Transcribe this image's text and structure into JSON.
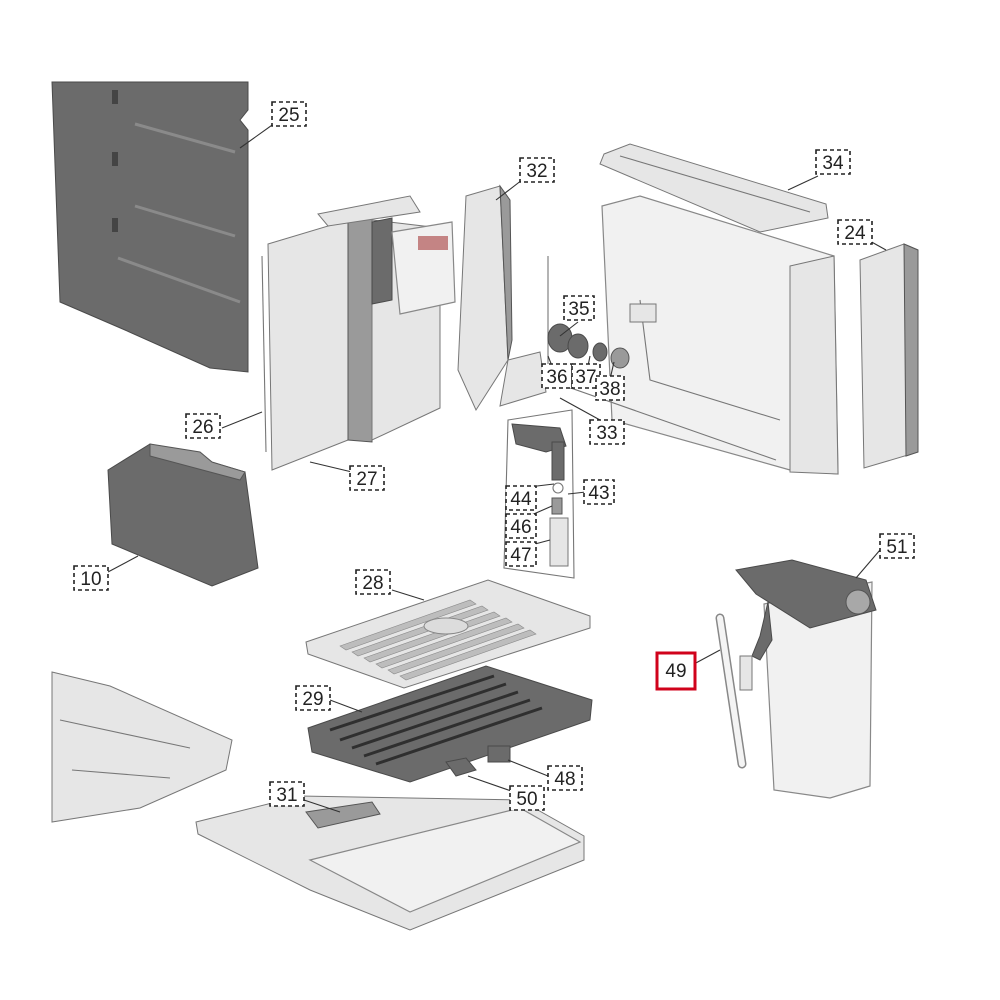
{
  "diagram": {
    "callouts": [
      {
        "id": "25",
        "label": "25",
        "highlighted": false
      },
      {
        "id": "32",
        "label": "32",
        "highlighted": false
      },
      {
        "id": "34",
        "label": "34",
        "highlighted": false
      },
      {
        "id": "24",
        "label": "24",
        "highlighted": false
      },
      {
        "id": "35",
        "label": "35",
        "highlighted": false
      },
      {
        "id": "36",
        "label": "36",
        "highlighted": false
      },
      {
        "id": "37",
        "label": "37",
        "highlighted": false
      },
      {
        "id": "38",
        "label": "38",
        "highlighted": false
      },
      {
        "id": "33",
        "label": "33",
        "highlighted": false
      },
      {
        "id": "26",
        "label": "26",
        "highlighted": false
      },
      {
        "id": "27",
        "label": "27",
        "highlighted": false
      },
      {
        "id": "44",
        "label": "44",
        "highlighted": false
      },
      {
        "id": "43",
        "label": "43",
        "highlighted": false
      },
      {
        "id": "46",
        "label": "46",
        "highlighted": false
      },
      {
        "id": "47",
        "label": "47",
        "highlighted": false
      },
      {
        "id": "10",
        "label": "10",
        "highlighted": false
      },
      {
        "id": "28",
        "label": "28",
        "highlighted": false
      },
      {
        "id": "51",
        "label": "51",
        "highlighted": false
      },
      {
        "id": "49",
        "label": "49",
        "highlighted": true
      },
      {
        "id": "29",
        "label": "29",
        "highlighted": false
      },
      {
        "id": "48",
        "label": "48",
        "highlighted": false
      },
      {
        "id": "50",
        "label": "50",
        "highlighted": false
      },
      {
        "id": "31",
        "label": "31",
        "highlighted": false
      }
    ],
    "highlight_color": "#d0021b"
  }
}
